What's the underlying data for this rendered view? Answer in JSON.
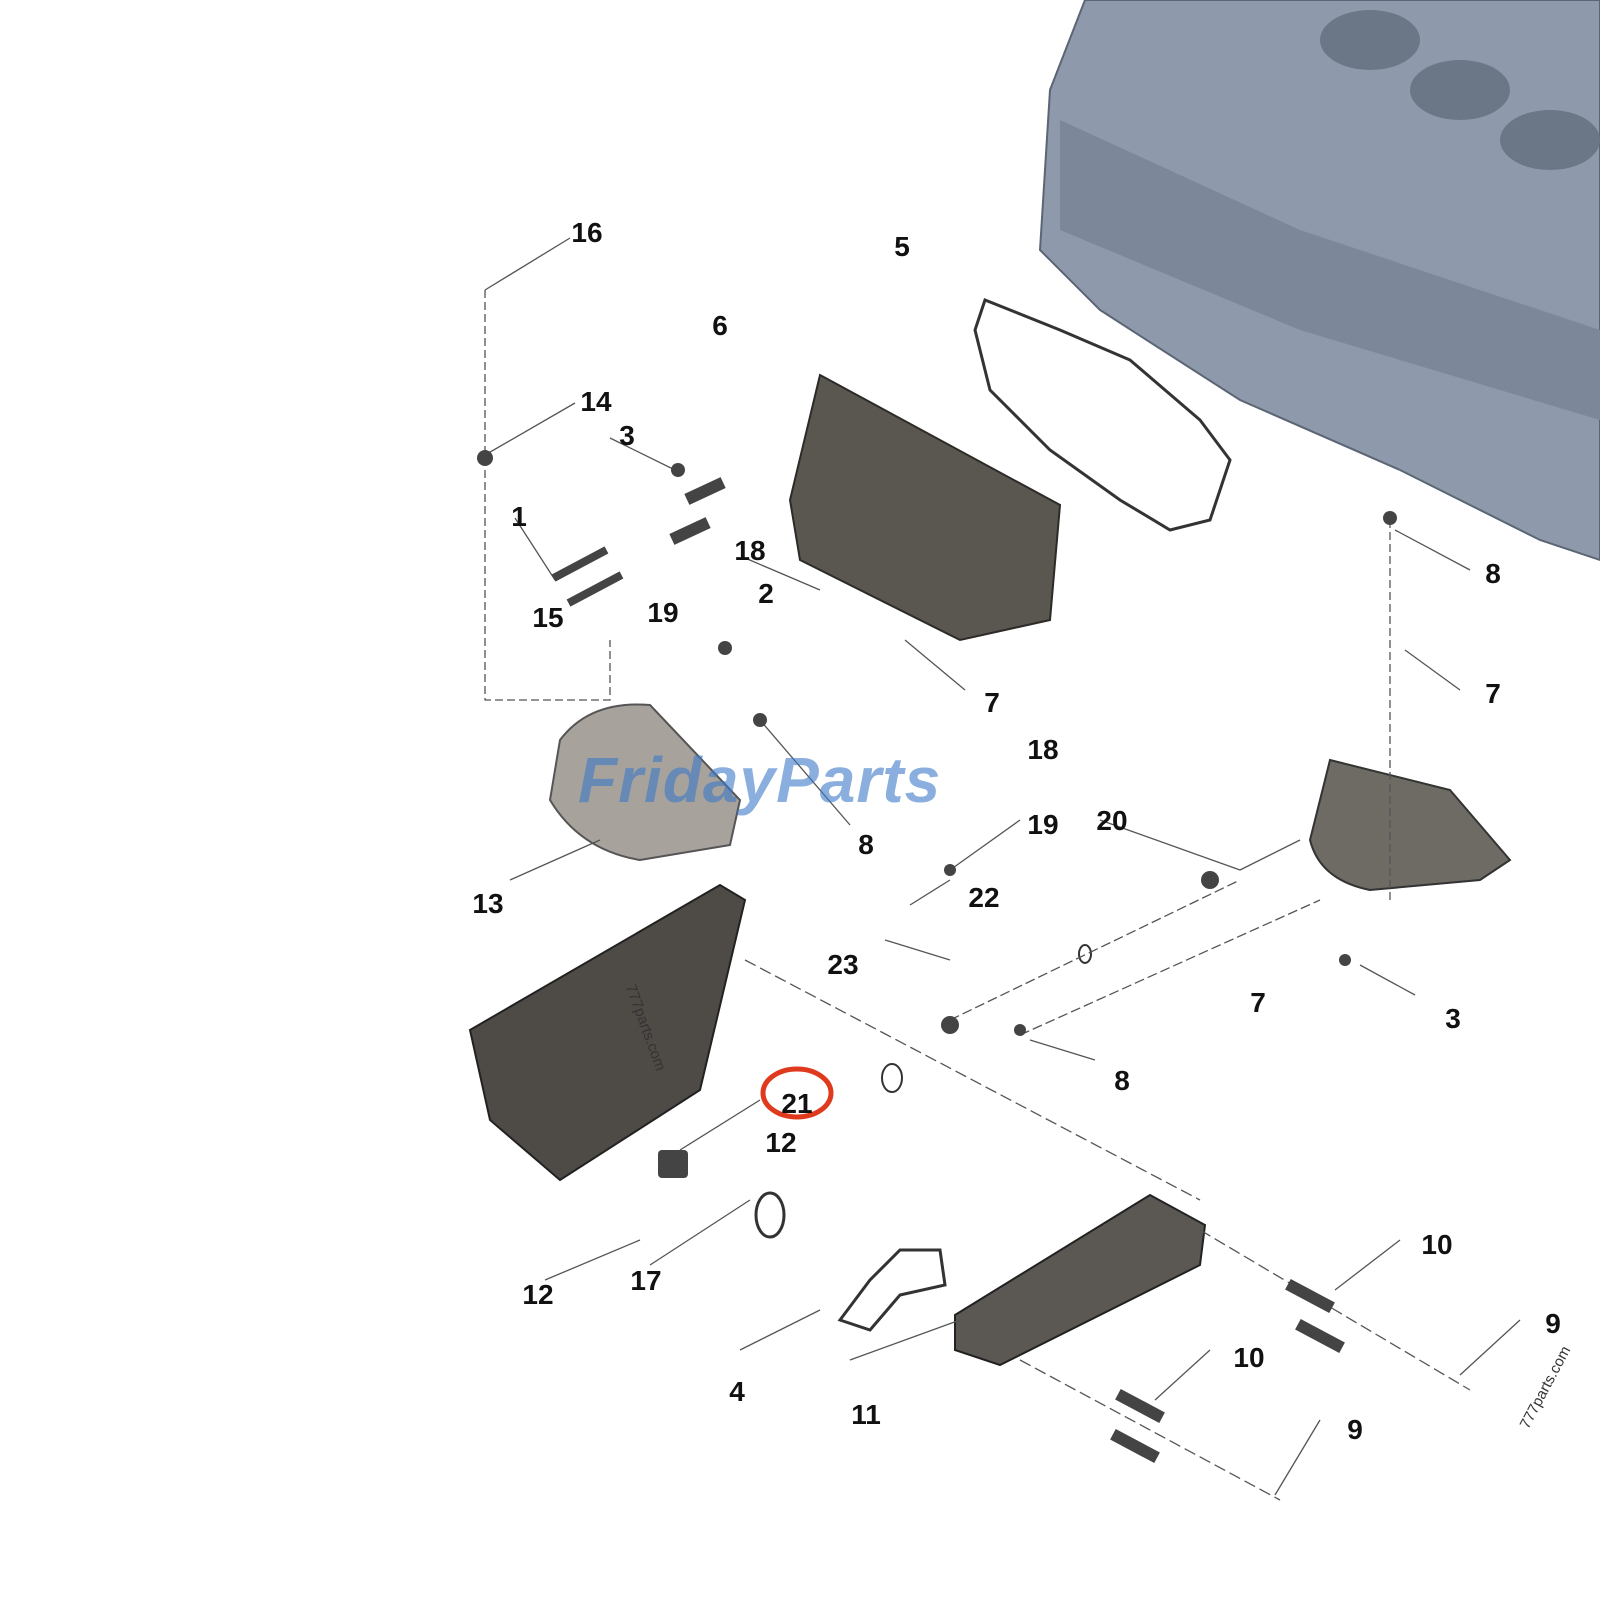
{
  "diagram": {
    "callouts": [
      "16",
      "5",
      "6",
      "14",
      "3",
      "1",
      "18",
      "2",
      "8",
      "15",
      "19",
      "7",
      "7",
      "18",
      "8",
      "19",
      "20",
      "13",
      "22",
      "23",
      "7",
      "3",
      "8",
      "21",
      "12",
      "10",
      "9",
      "12",
      "17",
      "10",
      "4",
      "11",
      "9"
    ],
    "highlighted_callout": "21",
    "highlight_color": "#e03a1e"
  },
  "watermark": {
    "brand": "FridayParts",
    "site_text_1": "777parts.com",
    "site_text_2": "777parts.com"
  }
}
